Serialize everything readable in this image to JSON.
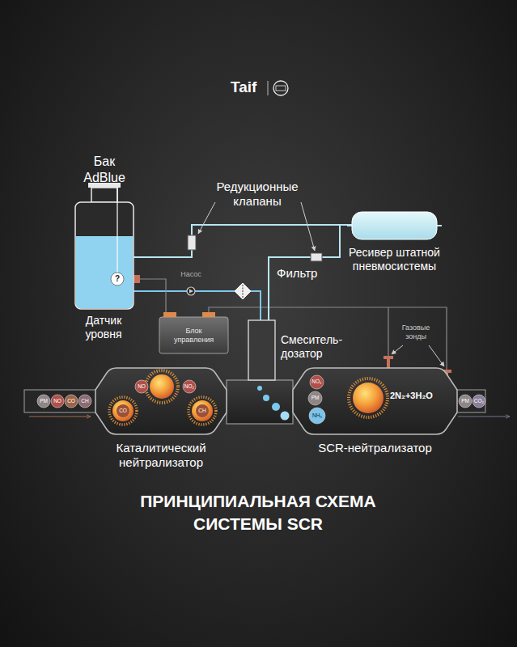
{
  "diagram": {
    "title": "ПРИНЦИПИАЛЬНАЯ СХЕМА СИСТЕМЫ SCR",
    "nodes": [
      {
        "text": [
          "Бак AdBlue"
        ]
      },
      {
        "text": [
          "?"
        ],
        "in": 0
      },
      {
        "text": [
          "Ресивер штатной пневмосистемы"
        ]
      },
      {
        "text": [
          "Насос"
        ]
      },
      {
        "text": [
          "Фильтр"
        ]
      },
      {
        "text": [
          "Блок управления"
        ]
      },
      {
        "text": [
          "Смеситель-дозатор"
        ]
      },
      {
        "text": [
          "PM"
        ]
      },
      {
        "text": [
          "NO"
        ]
      },
      {
        "text": [
          "CO"
        ]
      },
      {
        "text": [
          "CH"
        ]
      },
      {
        "text": [
          "Каталитический нейтрализатор"
        ]
      },
      {
        "text": [
          "NO"
        ],
        "in": 11
      },
      {
        "text": [
          "NO₂"
        ],
        "in": 11
      },
      {
        "text": [
          "CO"
        ],
        "in": 11
      },
      {
        "text": [
          "CH"
        ],
        "in": 11
      },
      {
        "text": [
          "SCR-нейтрализатор"
        ]
      },
      {
        "text": [
          "NO₂"
        ],
        "in": 16
      },
      {
        "text": [
          "PM"
        ],
        "in": 16
      },
      {
        "text": [
          "NH₃"
        ],
        "in": 16
      },
      {
        "text": [
          "PM"
        ]
      },
      {
        "text": [
          "CO₂"
        ]
      }
    ],
    "edges": [
      {
        "from": 0,
        "to": 3,
        "arrow": "none"
      },
      {
        "from": 3,
        "to": 4,
        "arrow": "none"
      },
      {
        "from": 4,
        "to": 6,
        "arrow": "none"
      },
      {
        "from": 2,
        "to": 6,
        "arrow": "none"
      },
      {
        "from": 2,
        "to": 0,
        "arrow": "none"
      },
      {
        "from": 1,
        "to": 5,
        "arrow": "none"
      }
    ],
    "labels": [
      "Taif",
      "Редукционные клапаны",
      "Датчик уровня",
      "Газовые зонды",
      "2N₂+3H₂O"
    ]
  }
}
